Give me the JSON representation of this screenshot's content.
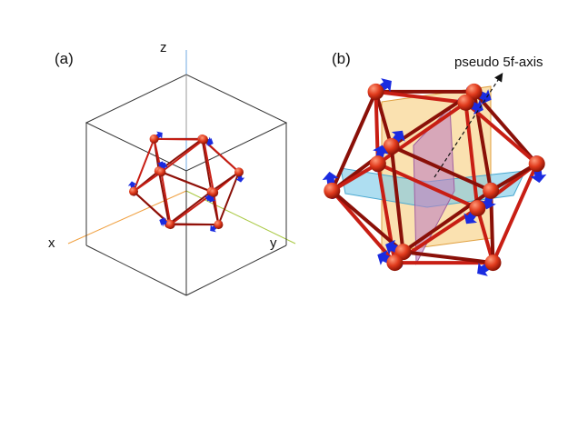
{
  "panels": {
    "a": {
      "label": "(a)",
      "axes": {
        "x": "x",
        "y": "y",
        "z": "z"
      },
      "axis_colors": {
        "x": "#f0a040",
        "y": "#a8c840",
        "z": "#70a8e0"
      }
    },
    "b": {
      "label": "(b)",
      "annotation": "pseudo 5f-axis",
      "plane_colors": [
        "#f5c870",
        "#78c8e8",
        "#c080c0"
      ]
    }
  },
  "colors": {
    "bond": "#c81e14",
    "bond_dark": "#8a1008",
    "atom": "#e03a1c",
    "spin_arrow": "#1a2be0",
    "cube_edge": "#333333"
  },
  "icons": [
    "icosahedron-cluster",
    "spin-arrow",
    "unit-cube"
  ]
}
